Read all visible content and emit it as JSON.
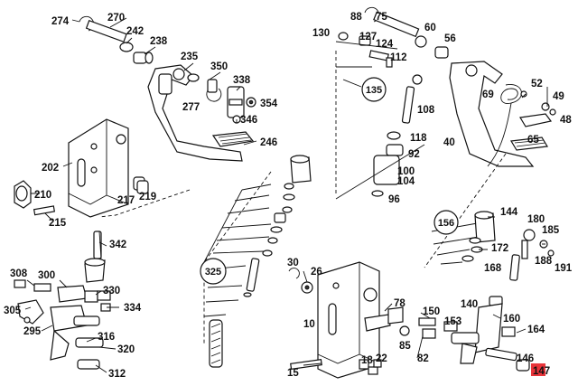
{
  "diagram": {
    "highlight_color": "#e8343a",
    "labels": {
      "l274": "274",
      "l270": "270",
      "l242": "242",
      "l238": "238",
      "l235": "235",
      "l350": "350",
      "l338": "338",
      "l354": "354",
      "l277": "277",
      "l346": "346",
      "l246": "246",
      "l202": "202",
      "l210": "210",
      "l217": "217",
      "l219": "219",
      "l215": "215",
      "l342": "342",
      "l308": "308",
      "l300": "300",
      "l305": "305",
      "l330": "330",
      "l334": "334",
      "l295": "295",
      "l316": "316",
      "l320": "320",
      "l312": "312",
      "l325": "325",
      "l88": "88",
      "l75": "75",
      "l130": "130",
      "l127": "127",
      "l124": "124",
      "l60": "60",
      "l56": "56",
      "l112": "112",
      "l135": "135",
      "l108": "108",
      "l118": "118",
      "l92": "92",
      "l100": "100",
      "l104": "104",
      "l96": "96",
      "l52": "52",
      "l69": "69",
      "l49": "49",
      "l48": "48",
      "l65": "65",
      "l40": "40",
      "l144": "144",
      "l156": "156",
      "l180": "180",
      "l185": "185",
      "l172": "172",
      "l168": "168",
      "l188": "188",
      "l191": "191",
      "l30": "30",
      "l26": "26",
      "l78": "78",
      "l10": "10",
      "l150": "150",
      "l140": "140",
      "l160": "160",
      "l153": "153",
      "l85": "85",
      "l164": "164",
      "l82": "82",
      "l146": "146",
      "l15": "15",
      "l18": "18",
      "l22": "22",
      "l147": "147"
    }
  }
}
